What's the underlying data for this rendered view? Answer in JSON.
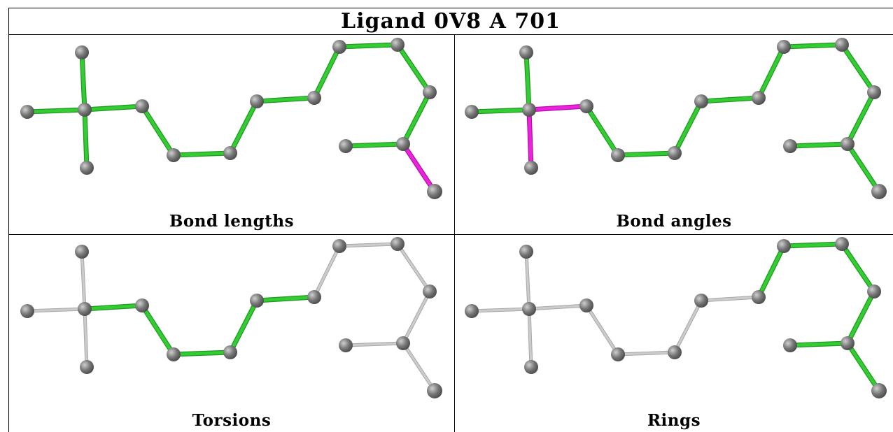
{
  "header": {
    "title": "Ligand 0V8 A 701"
  },
  "colors": {
    "highlight": "#33cc33",
    "outlier": "#ee22dd",
    "neutral": "#cccccc",
    "atom": "#777777"
  },
  "panels": [
    {
      "id": "bond-lengths",
      "caption": "Bond lengths",
      "bond_states": [
        "g",
        "g",
        "g",
        "g",
        "g",
        "g",
        "g",
        "g",
        "g",
        "g",
        "g",
        "g",
        "g",
        "m"
      ]
    },
    {
      "id": "bond-angles",
      "caption": "Bond angles",
      "bond_states": [
        "g",
        "g",
        "m",
        "m",
        "g",
        "g",
        "g",
        "g",
        "g",
        "g",
        "g",
        "g",
        "g",
        "g"
      ]
    },
    {
      "id": "torsions",
      "caption": "Torsions",
      "bond_states": [
        "n",
        "n",
        "n",
        "g",
        "g",
        "g",
        "g",
        "g",
        "n",
        "n",
        "n",
        "n",
        "n",
        "n"
      ]
    },
    {
      "id": "rings",
      "caption": "Rings",
      "bond_states": [
        "n",
        "n",
        "n",
        "n",
        "n",
        "n",
        "n",
        "n",
        "g",
        "g",
        "g",
        "g",
        "g",
        "g"
      ]
    }
  ]
}
